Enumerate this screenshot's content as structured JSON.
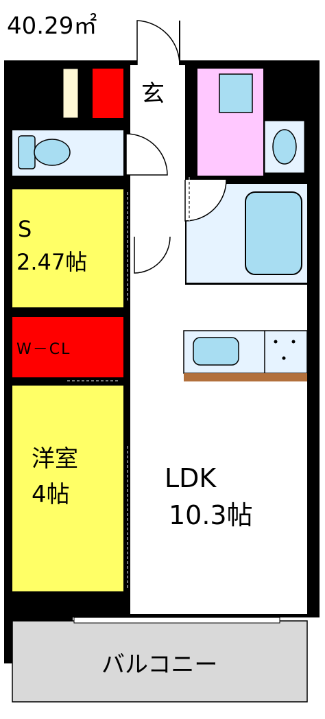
{
  "plan": {
    "area": "40.29㎡",
    "rooms": {
      "entrance": "玄",
      "storage_name": "S",
      "storage_size": "2.47帖",
      "wcl": "W－CL",
      "western_name": "洋室",
      "western_size": "4帖",
      "ldk_name": "LDK",
      "ldk_size": "10.3帖",
      "balcony": "バルコニー"
    },
    "colors": {
      "wall": "#000000",
      "storage_room": "#ffff66",
      "western_room": "#ffff66",
      "closet": "#ff0000",
      "wet_area": "#e6f3ff",
      "washroom": "#ffc8ff",
      "fixture": "#a8ddf2",
      "balcony": "#d9d9d9",
      "counter": "#b2703c"
    }
  }
}
